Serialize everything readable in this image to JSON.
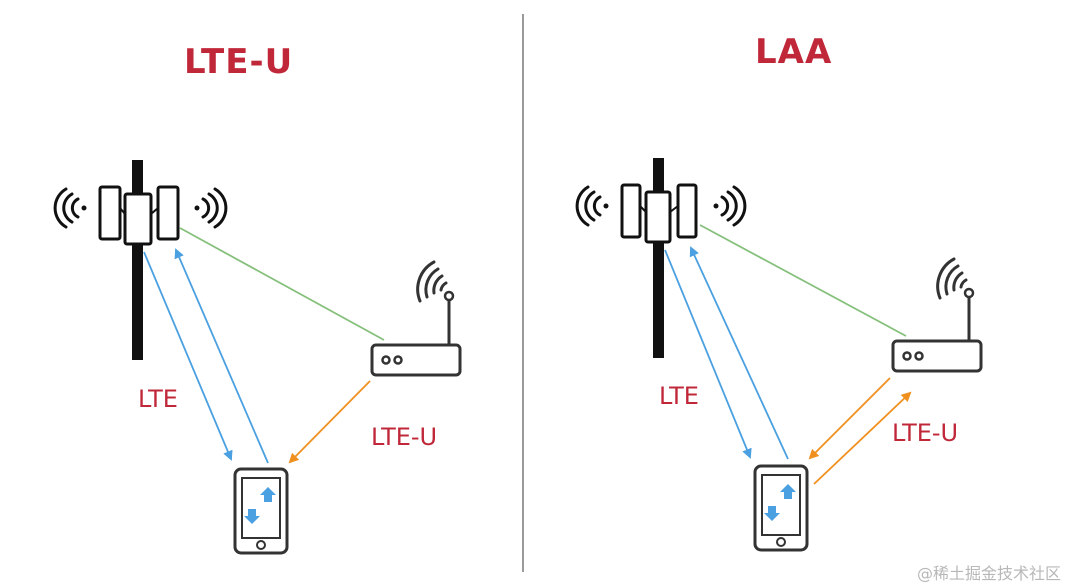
{
  "panels": {
    "left": {
      "title": "LTE-U",
      "lte_link_label": "LTE",
      "unlicensed_link_label": "LTE-U",
      "uplink_arrow_count": 0,
      "downlink_arrow_count": 1
    },
    "right": {
      "title": "LAA",
      "lte_link_label": "LTE",
      "unlicensed_link_label": "LTE-U",
      "uplink_arrow_count": 1,
      "downlink_arrow_count": 1
    }
  },
  "colors": {
    "title_label": "#c0283a",
    "lte_arrow": "#4aa0e0",
    "unlicensed_arrow": "#f0901e",
    "backhaul_line": "#86c07c",
    "divider": "#9a9a9a",
    "device_stroke": "#222222"
  },
  "icons": {
    "tower": "cell-tower-icon",
    "router": "wifi-router-icon",
    "phone": "smartphone-icon",
    "signal": "signal-waves-icon"
  },
  "watermark": "@稀土掘金技术社区"
}
